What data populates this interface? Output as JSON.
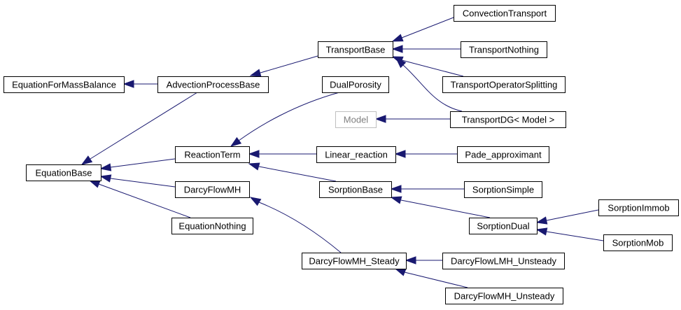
{
  "colors": {
    "edge": "#191970",
    "node_border": "#000000",
    "muted_border": "#bfbfbf",
    "muted_text": "#7f7f7f",
    "background": "#ffffff"
  },
  "nodes": [
    {
      "id": "convection-transport",
      "label": "ConvectionTransport"
    },
    {
      "id": "transport-base",
      "label": "TransportBase"
    },
    {
      "id": "transport-nothing",
      "label": "TransportNothing"
    },
    {
      "id": "equation-for-mass-balance",
      "label": "EquationForMassBalance"
    },
    {
      "id": "advection-process-base",
      "label": "AdvectionProcessBase"
    },
    {
      "id": "dual-porosity",
      "label": "DualPorosity"
    },
    {
      "id": "transport-operator-splitting",
      "label": "TransportOperatorSplitting"
    },
    {
      "id": "model",
      "label": "Model",
      "muted": true
    },
    {
      "id": "transport-dg-model",
      "label": "TransportDG< Model >"
    },
    {
      "id": "reaction-term",
      "label": "ReactionTerm"
    },
    {
      "id": "linear-reaction",
      "label": "Linear_reaction"
    },
    {
      "id": "pade-approximant",
      "label": "Pade_approximant"
    },
    {
      "id": "equation-base",
      "label": "EquationBase"
    },
    {
      "id": "darcy-flow-mh",
      "label": "DarcyFlowMH"
    },
    {
      "id": "sorption-base",
      "label": "SorptionBase"
    },
    {
      "id": "sorption-simple",
      "label": "SorptionSimple"
    },
    {
      "id": "sorption-immob",
      "label": "SorptionImmob"
    },
    {
      "id": "equation-nothing",
      "label": "EquationNothing"
    },
    {
      "id": "sorption-dual",
      "label": "SorptionDual"
    },
    {
      "id": "sorption-mob",
      "label": "SorptionMob"
    },
    {
      "id": "darcy-flow-mh-steady",
      "label": "DarcyFlowMH_Steady"
    },
    {
      "id": "darcy-flow-lmh-unsteady",
      "label": "DarcyFlowLMH_Unsteady"
    },
    {
      "id": "darcy-flow-mh-unsteady",
      "label": "DarcyFlowMH_Unsteady"
    }
  ],
  "edges": [
    {
      "from": "equation-for-mass-balance",
      "to": "advection-process-base"
    },
    {
      "from": "advection-process-base",
      "to": "transport-base"
    },
    {
      "from": "transport-base",
      "to": "convection-transport"
    },
    {
      "from": "transport-base",
      "to": "transport-nothing"
    },
    {
      "from": "transport-base",
      "to": "transport-operator-splitting"
    },
    {
      "from": "transport-base",
      "to": "transport-dg-model"
    },
    {
      "from": "model",
      "to": "transport-dg-model"
    },
    {
      "from": "advection-process-base",
      "to": "equation-base"
    },
    {
      "from": "equation-base",
      "to": "reaction-term"
    },
    {
      "from": "equation-base",
      "to": "darcy-flow-mh"
    },
    {
      "from": "equation-base",
      "to": "equation-nothing"
    },
    {
      "from": "reaction-term",
      "to": "dual-porosity"
    },
    {
      "from": "reaction-term",
      "to": "linear-reaction"
    },
    {
      "from": "reaction-term",
      "to": "sorption-base"
    },
    {
      "from": "linear-reaction",
      "to": "pade-approximant"
    },
    {
      "from": "sorption-base",
      "to": "sorption-simple"
    },
    {
      "from": "sorption-base",
      "to": "sorption-dual"
    },
    {
      "from": "sorption-dual",
      "to": "sorption-immob"
    },
    {
      "from": "sorption-dual",
      "to": "sorption-mob"
    },
    {
      "from": "darcy-flow-mh",
      "to": "darcy-flow-mh-steady"
    },
    {
      "from": "darcy-flow-mh-steady",
      "to": "darcy-flow-lmh-unsteady"
    },
    {
      "from": "darcy-flow-mh-steady",
      "to": "darcy-flow-mh-unsteady"
    }
  ]
}
